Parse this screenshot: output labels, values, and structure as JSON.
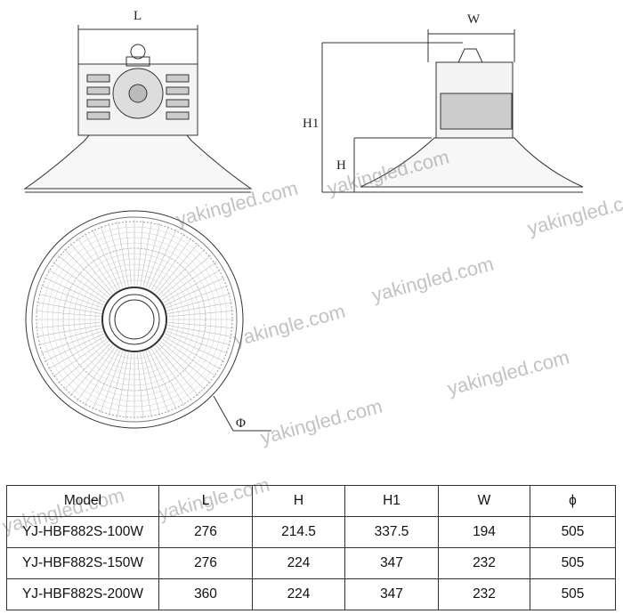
{
  "drawing": {
    "labels": {
      "L": "L",
      "W": "W",
      "H1": "H1",
      "H": "H",
      "phi": "Φ"
    }
  },
  "watermark": "yakingled.com",
  "watermark_alt": "yakingle.com",
  "table": {
    "headers": [
      "Model",
      "L",
      "H",
      "H1",
      "W",
      "ϕ"
    ],
    "rows": [
      [
        "YJ-HBF882S-100W",
        "276",
        "214.5",
        "337.5",
        "194",
        "505"
      ],
      [
        "YJ-HBF882S-150W",
        "276",
        "224",
        "347",
        "232",
        "505"
      ],
      [
        "YJ-HBF882S-200W",
        "360",
        "224",
        "347",
        "232",
        "505"
      ]
    ]
  }
}
